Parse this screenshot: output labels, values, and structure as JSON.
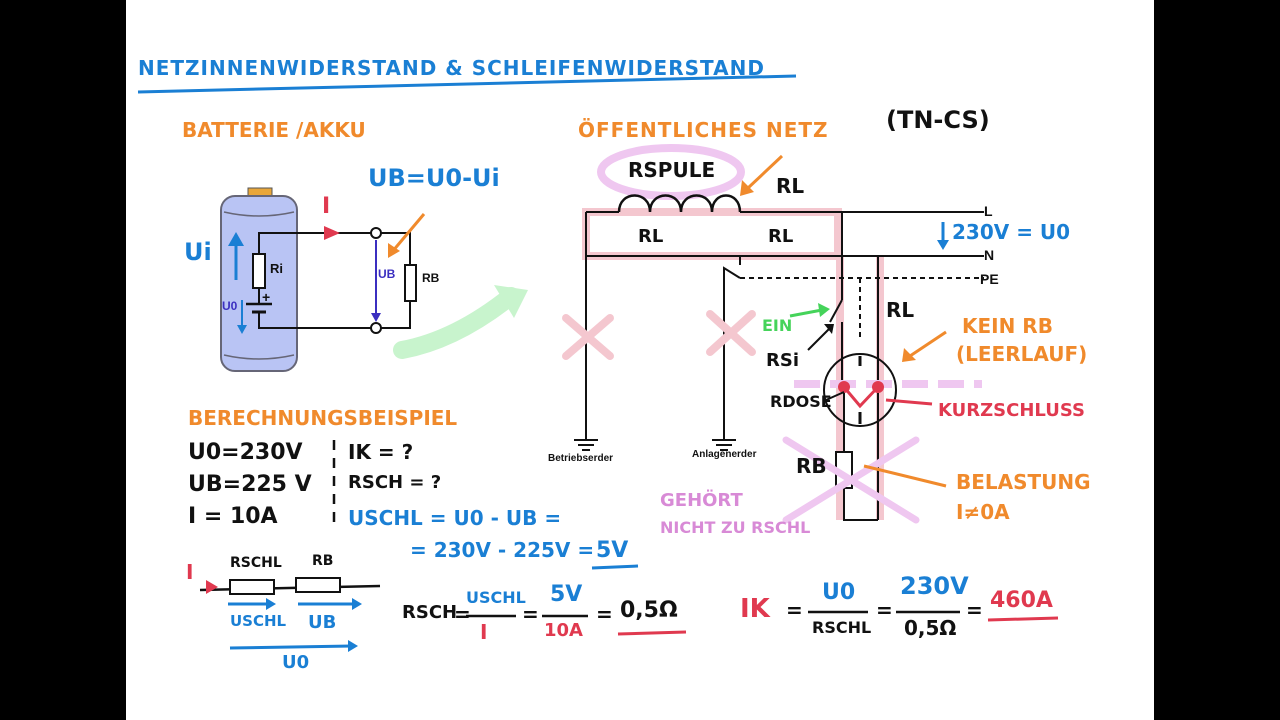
{
  "title": "NETZINNENWIDERSTAND & SCHLEIFENWIDERSTAND",
  "battery": {
    "heading": "BATTERIE /AKKU",
    "formula": "UB=U0-Ui",
    "ui": "Ui",
    "current": "I",
    "ri": "Ri",
    "u0": "U0",
    "plus": "+",
    "ub": "UB",
    "rb": "RB"
  },
  "grid": {
    "heading": "ÖFFENTLICHES NETZ",
    "type": "(TN-CS)",
    "rspule": "RSPULE",
    "rl_top": "RL",
    "rl_left": "RL",
    "rl_mid": "RL",
    "rl_right": "RL",
    "l": "L",
    "n": "N",
    "pe": "PE",
    "voltage": "230V = U0",
    "ein": "EIN",
    "rsi": "RSi",
    "rdose": "RDOSE",
    "rb": "RB",
    "kein_rb_line1": "KEIN RB",
    "kein_rb_line2": "(LEERLAUF)",
    "kurzschluss": "KURZSCHLUSS",
    "belastung_line1": "BELASTUNG",
    "belastung_line2": "I≠0A",
    "gehoert_line1": "GEHÖRT",
    "gehoert_line2": "NICHT ZU RSCHL",
    "betriebserder": "Betriebserder",
    "anlagenerder": "Anlagenerder"
  },
  "example": {
    "heading": "BERECHNUNGSBEISPIEL",
    "u0": "U0=230V",
    "ub": "UB=225 V",
    "i": "I = 10A",
    "ik": "IK = ?",
    "rsch": "RSCH = ?",
    "uschl_line1": "USCHL = U0 - UB =",
    "uschl_line2a": "= 230V - 225V =",
    "uschl_line2b": "5V",
    "series_i": "I",
    "series_rschl": "RSCHL",
    "series_rb": "RB",
    "series_uschl": "USCHL",
    "series_ub": "UB",
    "series_u0": "U0"
  },
  "rsch_calc": {
    "lhs": "RSCH",
    "num1": "USCHL",
    "den1": "I",
    "num2": "5V",
    "den2": "10A",
    "result": "0,5Ω"
  },
  "ik_calc": {
    "lhs": "IK",
    "num1": "U0",
    "den1": "RSCHL",
    "num2": "230V",
    "den2": "0,5Ω",
    "result": "460A"
  }
}
